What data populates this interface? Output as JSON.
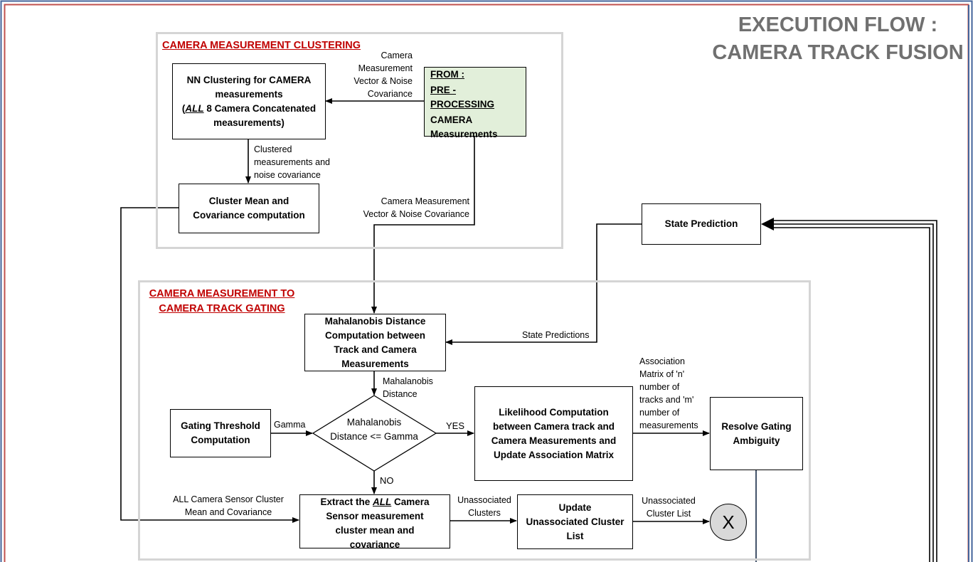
{
  "page_title": [
    "EXECUTION FLOW :",
    "CAMERA TRACK FUSION"
  ],
  "groups": {
    "clustering": "CAMERA MEASUREMENT CLUSTERING",
    "gating": [
      "CAMERA MEASUREMENT TO",
      "CAMERA TRACK GATING"
    ]
  },
  "nodes": {
    "nn_clustering": {
      "l1": "NN Clustering for CAMERA",
      "l2": "measurements",
      "l3_pre": "(",
      "l3_em": "ALL",
      "l3_post": " 8 Camera Concatenated",
      "l4": "measurements)"
    },
    "from_preprocessing": {
      "l1": "FROM :",
      "l2": "PRE -",
      "l3": "PROCESSING",
      "l4": "CAMERA",
      "l5": "Measurements"
    },
    "cluster_mean": [
      "Cluster Mean and",
      "Covariance computation"
    ],
    "state_prediction": "State Prediction",
    "mahalanobis": [
      "Mahalanobis Distance",
      "Computation between",
      "Track and Camera",
      "Measurements"
    ],
    "gating_threshold": [
      "Gating Threshold",
      "Computation"
    ],
    "decision": [
      "Mahalanobis",
      "Distance <= Gamma"
    ],
    "likelihood": [
      "Likelihood Computation",
      "between Camera track and",
      "Camera Measurements and",
      "Update Association Matrix"
    ],
    "resolve": [
      "Resolve Gating",
      "Ambiguity"
    ],
    "extract": {
      "l1_pre": "Extract the ",
      "l1_em": "ALL",
      "l1_post": " Camera",
      "l2": "Sensor measurement",
      "l3": "cluster mean  and",
      "l4": "covariance"
    },
    "update_unassoc": [
      "Update",
      "Unassociated Cluster",
      "List"
    ],
    "connector": "X"
  },
  "edge_labels": {
    "cam_vector_top": [
      "Camera",
      "Measurement",
      "Vector & Noise",
      "Covariance"
    ],
    "clustered": [
      "Clustered",
      "measurements and",
      "noise covariance"
    ],
    "cam_vector_mid": [
      "Camera Measurement",
      "Vector & Noise  Covariance"
    ],
    "state_predictions": "State Predictions",
    "mahal_distance": [
      "Mahalanobis",
      "Distance"
    ],
    "gamma": "Gamma",
    "yes": "YES",
    "no": "NO",
    "association_matrix": [
      "Association",
      "Matrix of 'n'",
      "number of",
      "tracks and 'm'",
      "number of",
      "measurements"
    ],
    "all_cluster": [
      "ALL Camera Sensor Cluster",
      "Mean and Covariance"
    ],
    "unassoc_clusters": [
      "Unassociated",
      "Clusters"
    ],
    "unassoc_list": [
      "Unassociated",
      "Cluster List"
    ]
  },
  "colors": {
    "group_title": "#c00000",
    "page_title": "#707070",
    "source_fill": "#e2efda",
    "connector_fill": "#d9d9d9",
    "frame_outer": "#44659b",
    "frame_inner": "#c0504d",
    "group_border": "#d5d5d5"
  }
}
